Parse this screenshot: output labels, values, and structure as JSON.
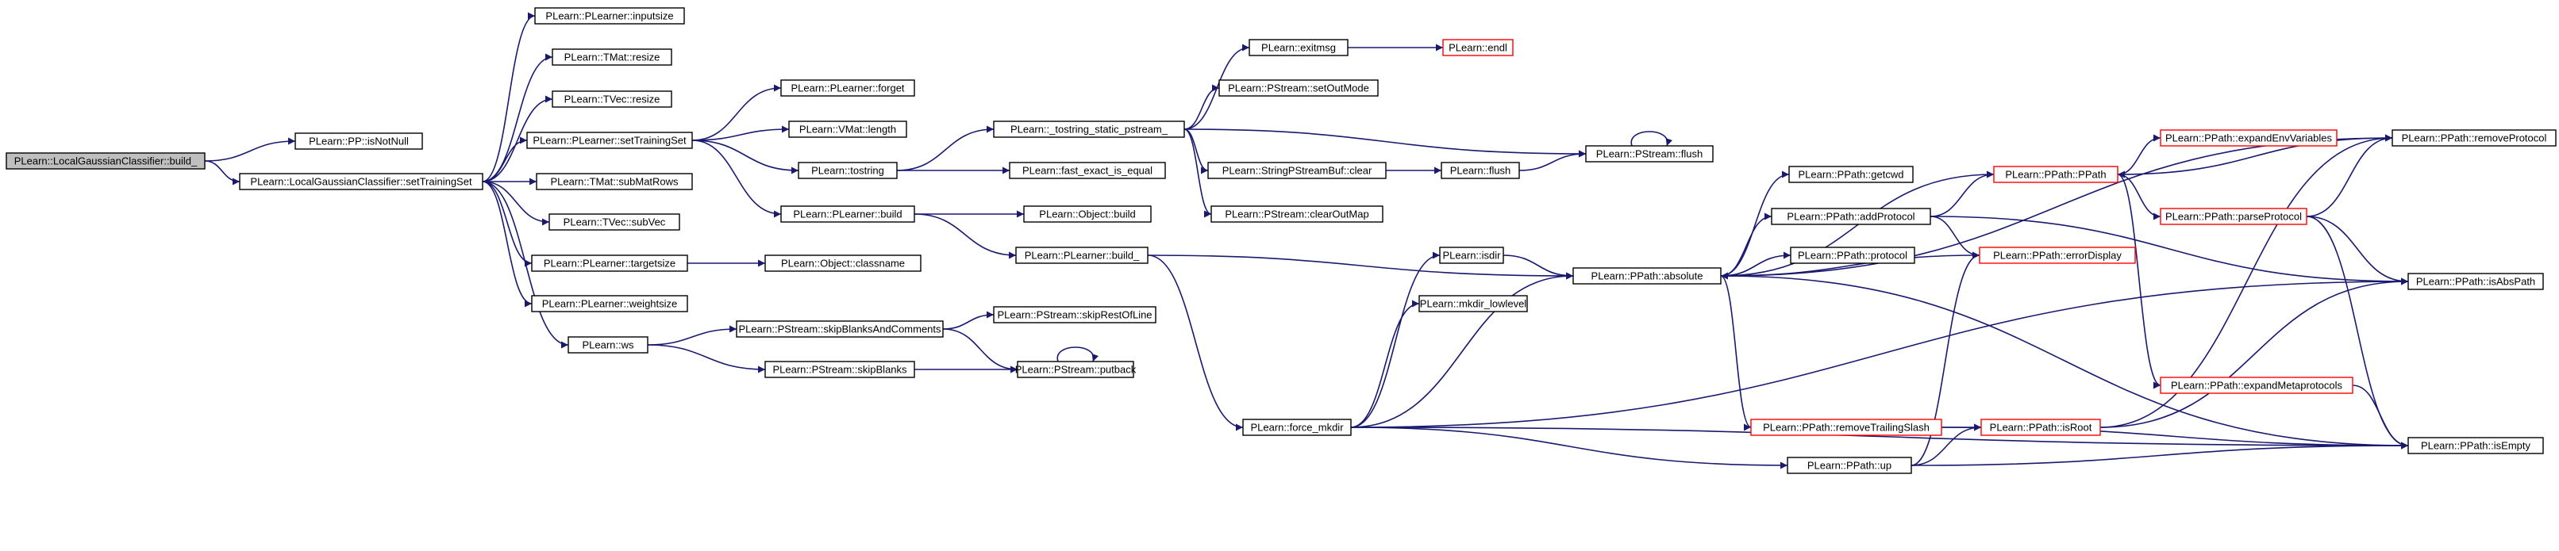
{
  "colors": {
    "edge": "#191970",
    "node_border": "#000000",
    "node_border_highlight": "#ff0000",
    "root_fill": "#bfbfbf",
    "node_fill": "#ffffff"
  },
  "nodes": [
    {
      "id": "n0",
      "label": "PLearn::LocalGaussianClassifier::build_",
      "root": true
    },
    {
      "id": "n1",
      "label": "PLearn::PP::isNotNull"
    },
    {
      "id": "n2",
      "label": "PLearn::LocalGaussianClassifier::setTrainingSet"
    },
    {
      "id": "n3",
      "label": "PLearn::PLearner::inputsize"
    },
    {
      "id": "n4",
      "label": "PLearn::TMat::resize"
    },
    {
      "id": "n5",
      "label": "PLearn::TVec::resize"
    },
    {
      "id": "n6",
      "label": "PLearn::PLearner::setTrainingSet"
    },
    {
      "id": "n7",
      "label": "PLearn::TMat::subMatRows"
    },
    {
      "id": "n8",
      "label": "PLearn::TVec::subVec"
    },
    {
      "id": "n9",
      "label": "PLearn::PLearner::targetsize"
    },
    {
      "id": "n10",
      "label": "PLearn::PLearner::weightsize"
    },
    {
      "id": "n11",
      "label": "PLearn::ws"
    },
    {
      "id": "n12",
      "label": "PLearn::PLearner::forget"
    },
    {
      "id": "n13",
      "label": "PLearn::VMat::length"
    },
    {
      "id": "n14",
      "label": "PLearn::tostring"
    },
    {
      "id": "n15",
      "label": "PLearn::PLearner::build"
    },
    {
      "id": "n16",
      "label": "PLearn::Object::classname"
    },
    {
      "id": "n17",
      "label": "PLearn::PStream::skipBlanksAndComments"
    },
    {
      "id": "n18",
      "label": "PLearn::PStream::skipBlanks"
    },
    {
      "id": "n19",
      "label": "PLearn::PStream::skipRestOfLine"
    },
    {
      "id": "n20",
      "label": "PLearn::PStream::putback"
    },
    {
      "id": "n21",
      "label": "PLearn::_tostring_static_pstream_"
    },
    {
      "id": "n22",
      "label": "PLearn::fast_exact_is_equal"
    },
    {
      "id": "n23",
      "label": "PLearn::Object::build"
    },
    {
      "id": "n24",
      "label": "PLearn::PLearner::build_"
    },
    {
      "id": "n25",
      "label": "PLearn::exitmsg"
    },
    {
      "id": "n26",
      "label": "PLearn::endl",
      "highlight": true
    },
    {
      "id": "n27",
      "label": "PLearn::PStream::setOutMode"
    },
    {
      "id": "n28",
      "label": "PLearn::StringPStreamBuf::clear"
    },
    {
      "id": "n29",
      "label": "PLearn::PStream::clearOutMap"
    },
    {
      "id": "n30",
      "label": "PLearn::flush"
    },
    {
      "id": "n31",
      "label": "PLearn::PStream::flush"
    },
    {
      "id": "n32",
      "label": "PLearn::force_mkdir"
    },
    {
      "id": "n33",
      "label": "PLearn::isdir"
    },
    {
      "id": "n34",
      "label": "PLearn::mkdir_lowlevel"
    },
    {
      "id": "n35",
      "label": "PLearn::PPath::absolute"
    },
    {
      "id": "n36",
      "label": "PLearn::PPath::getcwd"
    },
    {
      "id": "n37",
      "label": "PLearn::PPath::addProtocol"
    },
    {
      "id": "n38",
      "label": "PLearn::PPath::protocol"
    },
    {
      "id": "n39",
      "label": "PLearn::PPath::removeTrailingSlash",
      "highlight": true
    },
    {
      "id": "n40",
      "label": "PLearn::PPath::up"
    },
    {
      "id": "n41",
      "label": "PLearn::PPath::PPath",
      "highlight": true
    },
    {
      "id": "n42",
      "label": "PLearn::PPath::errorDisplay",
      "highlight": true
    },
    {
      "id": "n43",
      "label": "PLearn::PPath::isRoot",
      "highlight": true
    },
    {
      "id": "n44",
      "label": "PLearn::PPath::expandEnvVariables",
      "highlight": true
    },
    {
      "id": "n45",
      "label": "PLearn::PPath::parseProtocol",
      "highlight": true
    },
    {
      "id": "n46",
      "label": "PLearn::PPath::expandMetaprotocols",
      "highlight": true
    },
    {
      "id": "n47",
      "label": "PLearn::PPath::removeProtocol"
    },
    {
      "id": "n48",
      "label": "PLearn::PPath::isAbsPath"
    },
    {
      "id": "n49",
      "label": "PLearn::PPath::isEmpty"
    }
  ],
  "edges": [
    [
      "n0",
      "n1"
    ],
    [
      "n0",
      "n2"
    ],
    [
      "n2",
      "n3"
    ],
    [
      "n2",
      "n4"
    ],
    [
      "n2",
      "n5"
    ],
    [
      "n2",
      "n6"
    ],
    [
      "n2",
      "n7"
    ],
    [
      "n2",
      "n8"
    ],
    [
      "n2",
      "n9"
    ],
    [
      "n2",
      "n10"
    ],
    [
      "n2",
      "n11"
    ],
    [
      "n6",
      "n12"
    ],
    [
      "n6",
      "n13"
    ],
    [
      "n6",
      "n14"
    ],
    [
      "n6",
      "n15"
    ],
    [
      "n9",
      "n16"
    ],
    [
      "n11",
      "n17"
    ],
    [
      "n11",
      "n18"
    ],
    [
      "n17",
      "n19"
    ],
    [
      "n17",
      "n20"
    ],
    [
      "n18",
      "n20"
    ],
    [
      "n20",
      "n20"
    ],
    [
      "n14",
      "n21"
    ],
    [
      "n14",
      "n22"
    ],
    [
      "n15",
      "n23"
    ],
    [
      "n15",
      "n24"
    ],
    [
      "n21",
      "n25"
    ],
    [
      "n21",
      "n27"
    ],
    [
      "n21",
      "n28"
    ],
    [
      "n21",
      "n29"
    ],
    [
      "n21",
      "n31"
    ],
    [
      "n25",
      "n26"
    ],
    [
      "n28",
      "n30"
    ],
    [
      "n30",
      "n31"
    ],
    [
      "n31",
      "n31"
    ],
    [
      "n24",
      "n32"
    ],
    [
      "n24",
      "n35"
    ],
    [
      "n32",
      "n33"
    ],
    [
      "n32",
      "n34"
    ],
    [
      "n32",
      "n35"
    ],
    [
      "n32",
      "n40"
    ],
    [
      "n32",
      "n48"
    ],
    [
      "n32",
      "n49"
    ],
    [
      "n33",
      "n35"
    ],
    [
      "n35",
      "n36"
    ],
    [
      "n35",
      "n37"
    ],
    [
      "n35",
      "n38"
    ],
    [
      "n35",
      "n39"
    ],
    [
      "n35",
      "n41"
    ],
    [
      "n35",
      "n47"
    ],
    [
      "n35",
      "n49"
    ],
    [
      "n37",
      "n41"
    ],
    [
      "n37",
      "n42"
    ],
    [
      "n37",
      "n48"
    ],
    [
      "n39",
      "n43"
    ],
    [
      "n39",
      "n49"
    ],
    [
      "n40",
      "n42"
    ],
    [
      "n40",
      "n43"
    ],
    [
      "n40",
      "n49"
    ],
    [
      "n41",
      "n44"
    ],
    [
      "n41",
      "n45"
    ],
    [
      "n41",
      "n46"
    ],
    [
      "n42",
      "n35"
    ],
    [
      "n43",
      "n47"
    ],
    [
      "n43",
      "n48"
    ],
    [
      "n45",
      "n47"
    ],
    [
      "n45",
      "n48"
    ],
    [
      "n45",
      "n49"
    ],
    [
      "n46",
      "n49"
    ],
    [
      "n47",
      "n41"
    ]
  ]
}
